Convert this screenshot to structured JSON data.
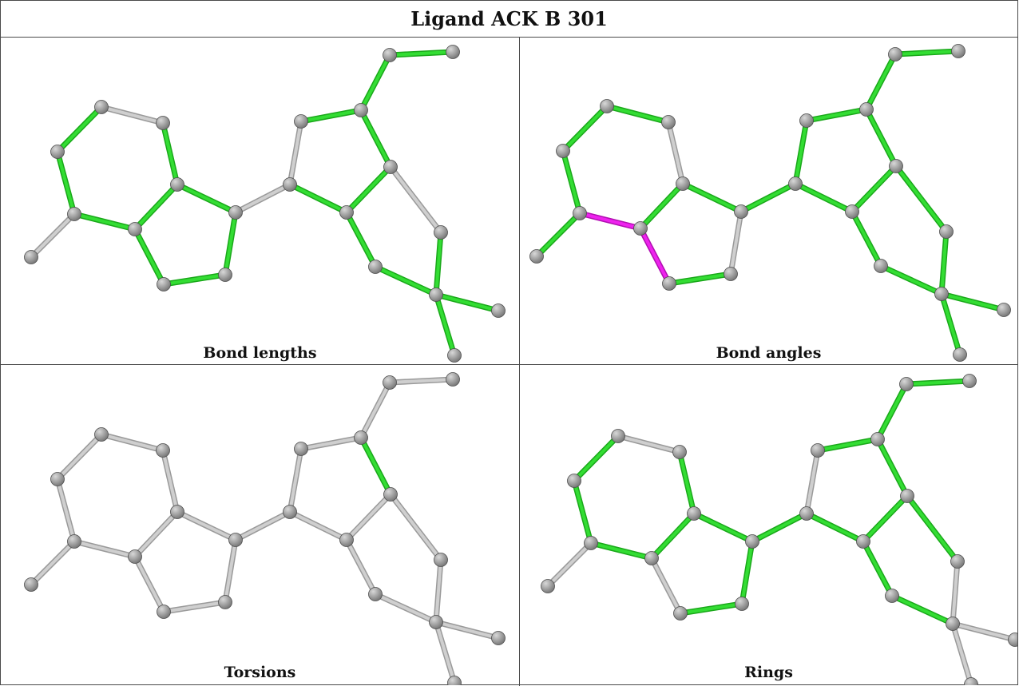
{
  "title": "Ligand ACK B 301",
  "colors": {
    "flagged": "#33dd33",
    "flagged_edge": "#1aa81a",
    "outlier": "#ee22ee",
    "outlier_edge": "#b10fb1",
    "unflagged": "#cfcfcf",
    "unflagged_edge": "#9a9a9a",
    "atom": "#7a7a7a",
    "atom_highlight": "#d8d8d8",
    "atom_edge": "#4d4d4d"
  },
  "molecule": {
    "bonds": [
      [
        "c1",
        "c2"
      ],
      [
        "c2",
        "c3"
      ],
      [
        "c3",
        "c4"
      ],
      [
        "c4",
        "c5"
      ],
      [
        "c5",
        "c6"
      ],
      [
        "c6",
        "c1"
      ],
      [
        "c4",
        "c7"
      ],
      [
        "c7",
        "c8"
      ],
      [
        "c8",
        "c5"
      ],
      [
        "c6",
        "m1"
      ],
      [
        "c3",
        "c9"
      ],
      [
        "c9",
        "c10"
      ],
      [
        "c10",
        "c11"
      ],
      [
        "c11",
        "c12"
      ],
      [
        "c12",
        "c13"
      ],
      [
        "c13",
        "c9"
      ],
      [
        "c11",
        "c14"
      ],
      [
        "c14",
        "c15"
      ],
      [
        "c12",
        "c16"
      ],
      [
        "c16",
        "c17"
      ],
      [
        "c17",
        "c18"
      ],
      [
        "c18",
        "c13"
      ],
      [
        "c17",
        "m2"
      ],
      [
        "c17",
        "m3"
      ]
    ]
  },
  "panels": [
    {
      "caption": "Bond lengths",
      "bond_status": [
        "flagged",
        "flagged",
        "unflagged",
        "flagged",
        "flagged",
        "flagged",
        "flagged",
        "flagged",
        "flagged",
        "flagged",
        "unflagged",
        "unflagged",
        "flagged",
        "flagged",
        "flagged",
        "unflagged",
        "flagged",
        "flagged",
        "flagged",
        "flagged",
        "flagged",
        "unflagged",
        "flagged",
        "flagged"
      ]
    },
    {
      "caption": "Bond angles",
      "bond_status": [
        "flagged",
        "flagged",
        "flagged",
        "unflagged",
        "flagged",
        "outlier",
        "flagged",
        "unflagged",
        "flagged",
        "outlier",
        "flagged",
        "flagged",
        "flagged",
        "flagged",
        "flagged",
        "flagged",
        "flagged",
        "flagged",
        "flagged",
        "flagged",
        "flagged",
        "flagged",
        "flagged",
        "flagged"
      ]
    },
    {
      "caption": "Torsions",
      "bond_status": [
        "unflagged",
        "unflagged",
        "unflagged",
        "unflagged",
        "unflagged",
        "unflagged",
        "unflagged",
        "unflagged",
        "unflagged",
        "unflagged",
        "unflagged",
        "unflagged",
        "unflagged",
        "unflagged",
        "unflagged",
        "unflagged",
        "unflagged",
        "flagged",
        "unflagged",
        "unflagged",
        "unflagged",
        "unflagged",
        "unflagged",
        "unflagged"
      ]
    },
    {
      "caption": "Rings",
      "bond_status": [
        "flagged",
        "flagged",
        "unflagged",
        "flagged",
        "flagged",
        "flagged",
        "flagged",
        "flagged",
        "flagged",
        "unflagged",
        "unflagged",
        "flagged",
        "flagged",
        "flagged",
        "flagged",
        "unflagged",
        "flagged",
        "flagged",
        "flagged",
        "flagged",
        "flagged",
        "flagged",
        "unflagged",
        "unflagged"
      ]
    }
  ]
}
